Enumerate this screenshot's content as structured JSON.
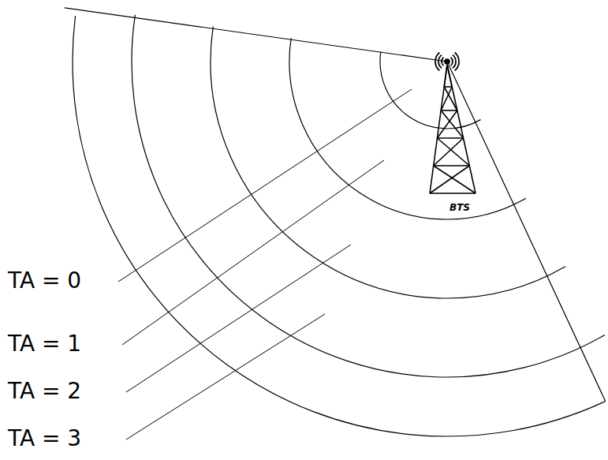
{
  "diagram": {
    "labels": [
      "TA = 0",
      "TA = 1",
      "TA = 2",
      "TA = 3",
      "BTS"
    ]
  }
}
